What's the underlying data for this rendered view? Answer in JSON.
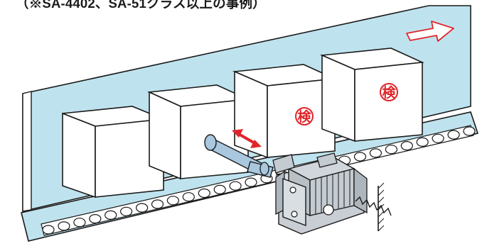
{
  "caption": "（※SA-4402、SA-51クラス以上の事例）",
  "stamps": [
    "検",
    "検"
  ],
  "colors": {
    "conveyor": "#bfe3ee",
    "wall": "#bfe3ee",
    "arrow_red": "#e0252a",
    "stamp_red": "#e0252a",
    "piston": "#a9c7df",
    "outline": "#1a1a1a"
  },
  "icons": {
    "flow_arrow": "outlined-arrow-right",
    "stroke_arrow": "double-headed-arrow",
    "stamp": "inspection-seal"
  }
}
